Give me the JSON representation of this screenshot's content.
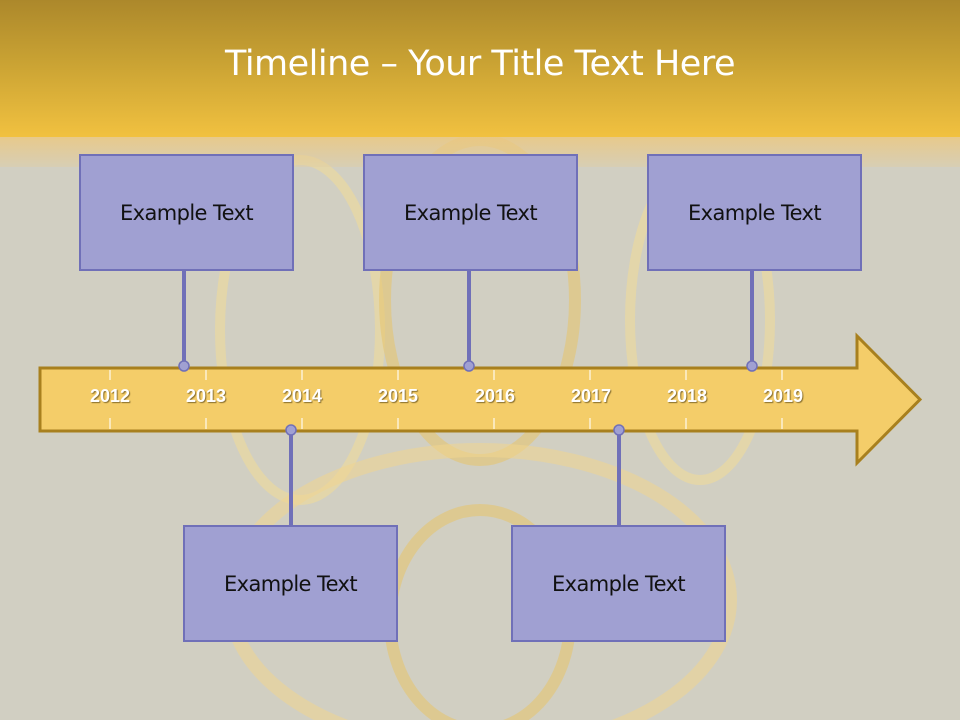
{
  "slide": {
    "title": "Timeline – Your Title Text Here"
  },
  "colors": {
    "header_top": "#ac882b",
    "header_bottom": "#f1c140",
    "background": "#d1cfc2",
    "arrow_fill": "#f4cd69",
    "arrow_border": "#a8801e",
    "box_fill": "#a0a0d2",
    "box_border": "#7070b8",
    "connector": "#7070b8"
  },
  "timeline": {
    "years": [
      "2012",
      "2013",
      "2014",
      "2015",
      "2016",
      "2017",
      "2018",
      "2019"
    ]
  },
  "events_top": [
    {
      "label": "Example Text",
      "position": "between 2012 and 2013"
    },
    {
      "label": "Example Text",
      "position": "between 2015 and 2016"
    },
    {
      "label": "Example Text",
      "position": "between 2018 and 2019"
    }
  ],
  "events_bottom": [
    {
      "label": "Example Text",
      "position": "near 2014"
    },
    {
      "label": "Example Text",
      "position": "between 2017 and 2018"
    }
  ]
}
